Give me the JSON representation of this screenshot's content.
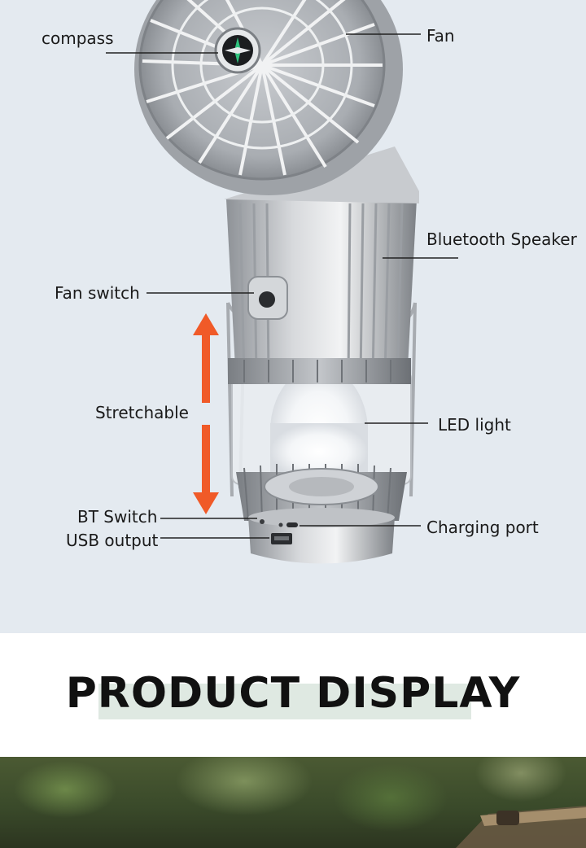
{
  "callouts": {
    "compass": "compass",
    "fan": "Fan",
    "bluetooth_speaker": "Bluetooth Speaker",
    "fan_switch": "Fan switch",
    "stretchable": "Stretchable",
    "led_light": "LED light",
    "bt_switch": "BT Switch",
    "charging_port": "Charging port",
    "usb_output": "USB output"
  },
  "banner": {
    "title": "PRODUCT DISPLAY"
  },
  "colors": {
    "background": "#e4eaf0",
    "arrow": "#f05a28",
    "highlight": "#dfe9e2",
    "title": "#111111"
  }
}
